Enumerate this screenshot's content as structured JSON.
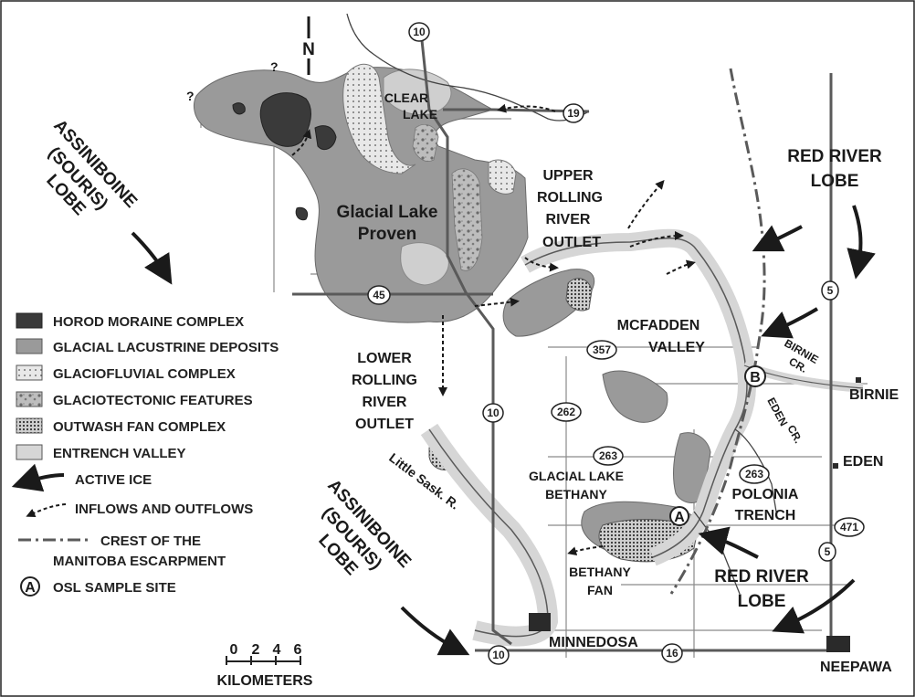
{
  "north_label": "N",
  "question_marks": [
    "?",
    "?"
  ],
  "ice_lobes": {
    "assiniboine_top": [
      "ASSINIBOINE",
      "(SOURIS)",
      "LOBE"
    ],
    "assiniboine_bottom": [
      "ASSINIBOINE",
      "(SOURIS)",
      "LOBE"
    ],
    "red_river_top": [
      "RED RIVER",
      "LOBE"
    ],
    "red_river_bottom": [
      "RED RIVER",
      "LOBE"
    ]
  },
  "lakes": {
    "proven": [
      "Glacial Lake",
      "Proven"
    ],
    "clear": [
      "CLEAR",
      "LAKE"
    ],
    "bethany": [
      "GLACIAL LAKE",
      "BETHANY"
    ]
  },
  "features": {
    "upper_outlet": [
      "UPPER",
      "ROLLING",
      "RIVER",
      "OUTLET"
    ],
    "lower_outlet": [
      "LOWER",
      "ROLLING",
      "RIVER",
      "OUTLET"
    ],
    "mcfadden": [
      "MCFADDEN",
      "VALLEY"
    ],
    "polonia": [
      "POLONIA",
      "TRENCH"
    ],
    "bethany_fan": [
      "BETHANY",
      "FAN"
    ],
    "little_sask": "Little Sask. R.",
    "birnie_cr": [
      "BIRNIE",
      "CR."
    ],
    "eden_cr": [
      "EDEN",
      "CR."
    ]
  },
  "towns": {
    "birnie": "BIRNIE",
    "eden": "EDEN",
    "minnedosa": "MINNEDOSA",
    "neepawa": "NEEPAWA"
  },
  "sample_sites": [
    "A",
    "B"
  ],
  "highways": {
    "h10_north": "10",
    "h19": "19",
    "h45": "45",
    "h5_upper": "5",
    "h357": "357",
    "h262": "262",
    "h10_mid": "10",
    "h263_west": "263",
    "h263_east": "263",
    "h471": "471",
    "h5_lower": "5",
    "h10_south": "10",
    "h16": "16"
  },
  "legend": [
    {
      "label": "HOROD MORAINE COMPLEX",
      "symbol": "dark-fill"
    },
    {
      "label": "GLACIAL LACUSTRINE DEPOSITS",
      "symbol": "gray-fill"
    },
    {
      "label": "GLACIOFLUVIAL COMPLEX",
      "symbol": "dot-pattern"
    },
    {
      "label": "GLACIOTECTONIC FEATURES",
      "symbol": "mottle-pattern"
    },
    {
      "label": "OUTWASH FAN COMPLEX",
      "symbol": "dense-dot-pattern"
    },
    {
      "label": "ENTRENCH VALLEY",
      "symbol": "light-fill"
    },
    {
      "label": "ACTIVE ICE",
      "symbol": "solid-arrow"
    },
    {
      "label": "INFLOWS AND OUTFLOWS",
      "symbol": "dashed-arrow"
    },
    {
      "label": "CREST OF THE",
      "symbol": "dash-dot-line"
    },
    {
      "label": "MANITOBA ESCARPMENT",
      "symbol": "none"
    },
    {
      "label": "OSL SAMPLE SITE",
      "symbol": "circled-letter",
      "letter": "A"
    }
  ],
  "scale_bar": {
    "ticks": [
      "0",
      "2",
      "4",
      "6"
    ],
    "unit": "KILOMETERS"
  },
  "colors": {
    "moraine": "#3a3a3a",
    "lacustrine": "#9a9a9a",
    "entrench": "#d6d6d6",
    "road": "#5a5a5a",
    "ink": "#1a1a1a"
  }
}
